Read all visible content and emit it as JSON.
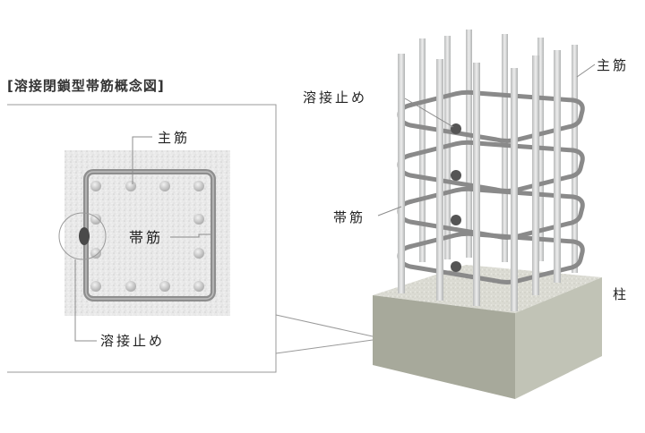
{
  "diagram": {
    "title": "[溶接閉鎖型帯筋概念図]",
    "plan_labels": {
      "main_bar": "主筋",
      "hoop": "帯筋",
      "weld": "溶接止め"
    },
    "iso_labels": {
      "main_bar": "主筋",
      "weld": "溶接止め",
      "hoop": "帯筋",
      "column": "柱"
    }
  },
  "colors": {
    "concrete_top": "#dcdcd4",
    "concrete_front": "#a9ab9d",
    "concrete_side": "#c3c5b8",
    "rebar": "#d6d8d8",
    "hoop": "#8a8a8a",
    "weld_dot": "#555555",
    "line": "#8c8c8c"
  }
}
